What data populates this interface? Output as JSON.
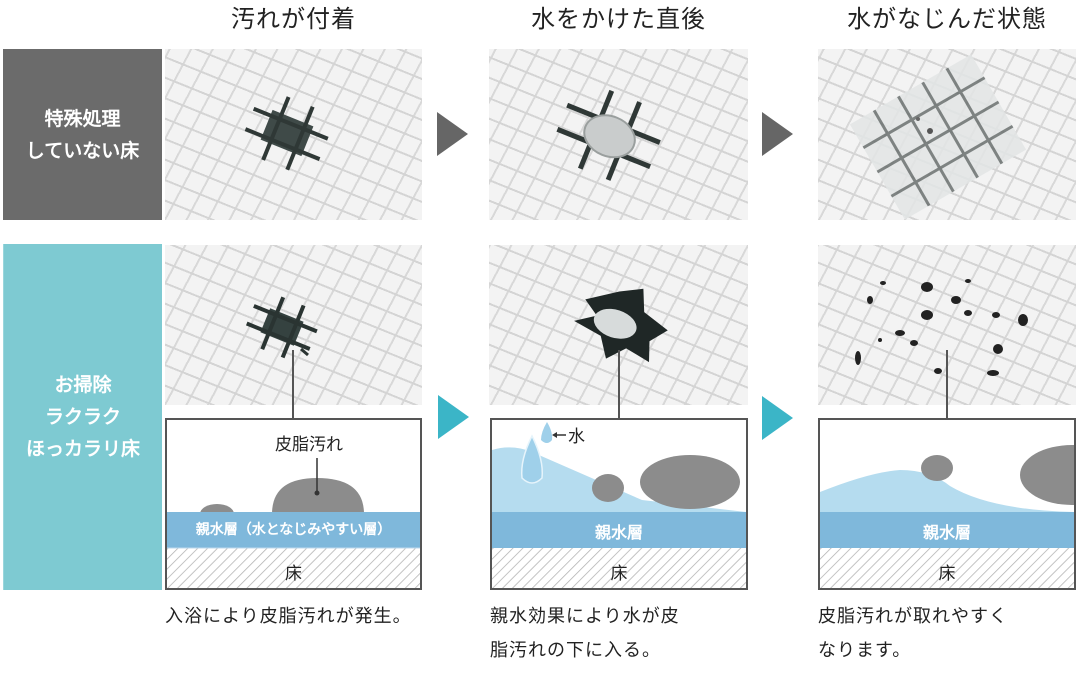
{
  "headings": [
    "汚れが付着",
    "水をかけた直後",
    "水がなじんだ状態"
  ],
  "row_labels": {
    "untreated": [
      "特殊処理",
      "していない床"
    ],
    "treated": [
      "お掃除",
      "ラクラク",
      "ほっカラリ床"
    ]
  },
  "diagrams": [
    {
      "annotation": "皮脂汚れ",
      "layer_label": "親水層（水となじみやすい層）",
      "floor_label": "床"
    },
    {
      "annotation": "水",
      "layer_label": "親水層",
      "floor_label": "床"
    },
    {
      "layer_label": "親水層",
      "floor_label": "床"
    }
  ],
  "captions": [
    [
      "入浴により皮脂汚れが発生。"
    ],
    [
      "親水効果により水が皮",
      "脂汚れの下に入る。"
    ],
    [
      "皮脂汚れが取れやすく",
      "なります。"
    ]
  ],
  "colors": {
    "untreated_label_bg": "#6b6b6b",
    "treated_label_bg": "#7ecad2",
    "arrow_untreated": "#666666",
    "arrow_treated": "#3bb5c7",
    "water": "#b5dcef",
    "hydrophilic_layer": "#7fb8db",
    "dirt": "#8c8c8c"
  }
}
